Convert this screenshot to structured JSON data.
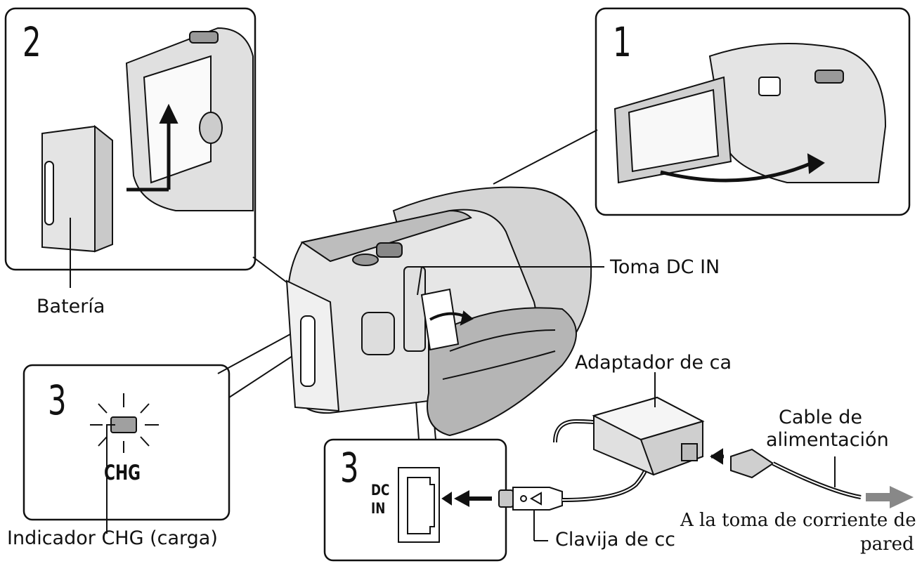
{
  "steps": {
    "step1": "1",
    "step2": "2",
    "step3a": "3",
    "step3b": "3"
  },
  "labels": {
    "bateria": "Batería",
    "toma_dc_in": "Toma DC IN",
    "adaptador": "Adaptador de ca",
    "cable_line1": "Cable de",
    "cable_line2": "alimentación",
    "toma_corriente_line1": "A la toma de corriente de",
    "toma_corriente_line2": "pared",
    "indicador": "Indicador CHG (carga)",
    "clavija": "Clavija de cc"
  },
  "device_text": {
    "chg": "CHG",
    "dc": "DC",
    "in": "IN"
  },
  "colors": {
    "line": "#111111",
    "body_light": "#e6e6e6",
    "body_mid": "#c8c8c8",
    "body_dark": "#8c8c8c",
    "indicator": "#a0a0a0"
  }
}
